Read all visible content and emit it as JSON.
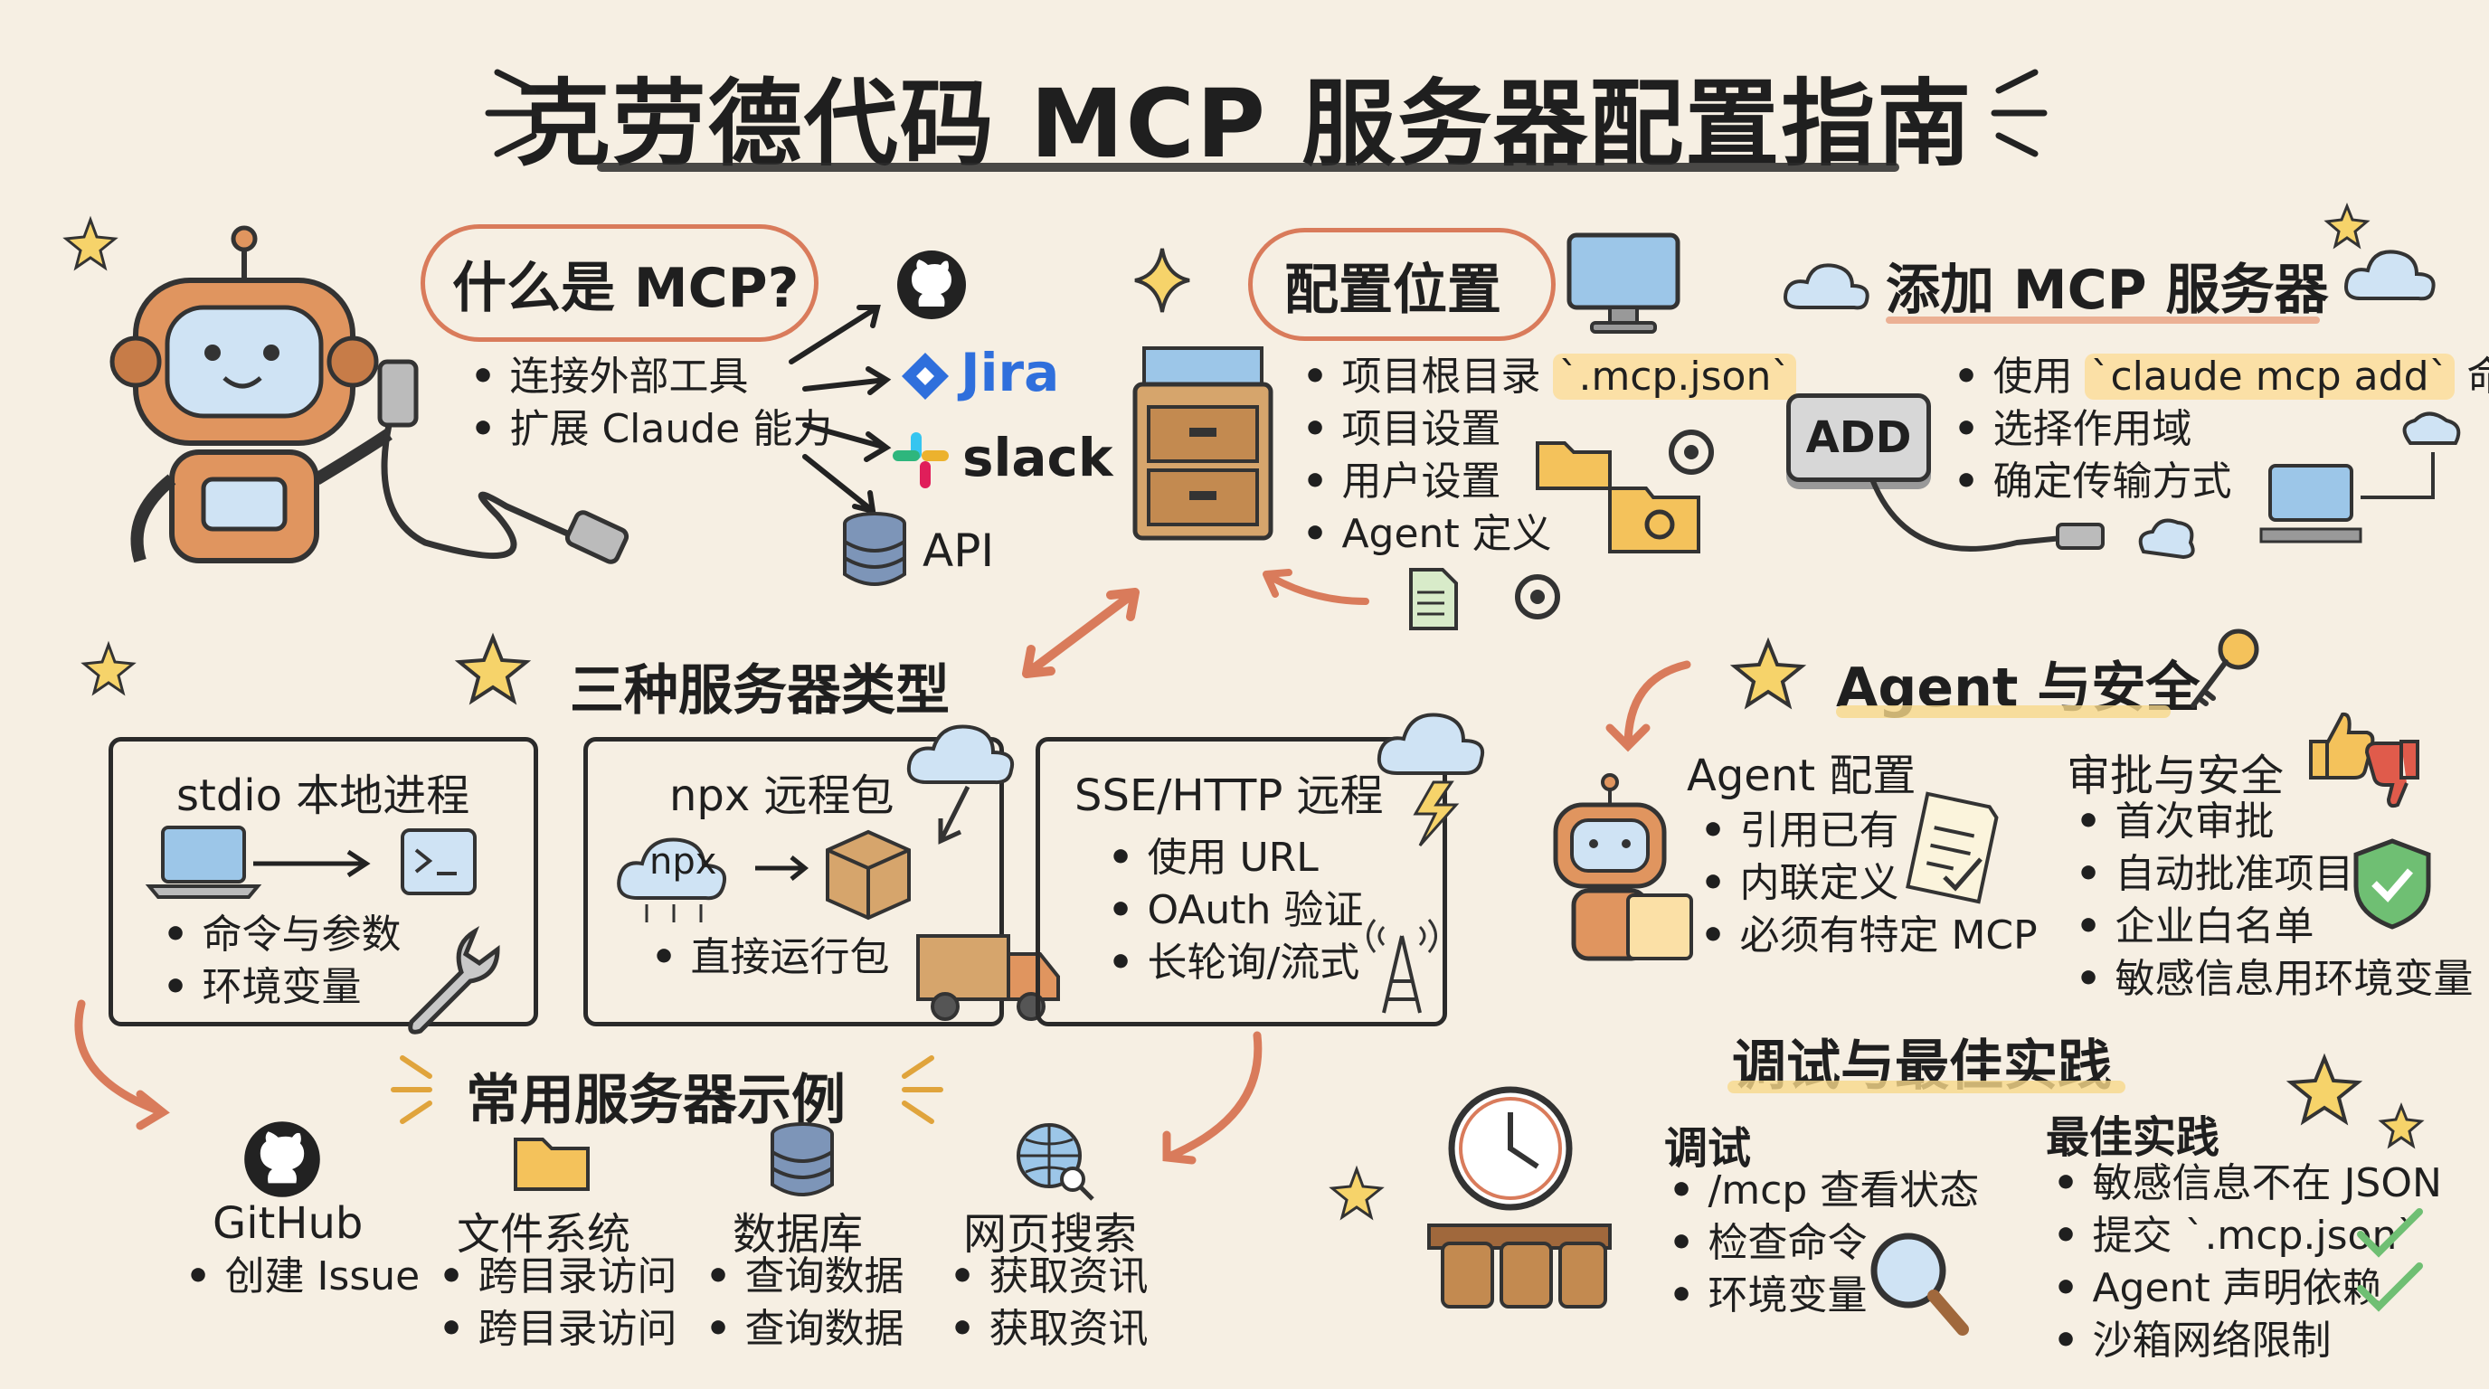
{
  "title": "克劳德代码 MCP 服务器配置指南",
  "what_is_mcp": {
    "heading": "什么是 MCP?",
    "bullets": [
      "连接外部工具",
      "扩展 Claude 能力"
    ],
    "targets": {
      "jira": "Jira",
      "slack": "slack",
      "api": "API"
    }
  },
  "config_location": {
    "heading": "配置位置",
    "bullets": [
      "项目根目录",
      "项目设置",
      "用户设置",
      "Agent 定义"
    ],
    "file_tag": "`.mcp.json`"
  },
  "add_server": {
    "heading": "添加 MCP 服务器",
    "button_label": "ADD",
    "bullets_prefix": "使用",
    "command_tag": "`claude mcp add`",
    "bullets_suffix": "命令",
    "bullets": [
      "选择作用域",
      "确定传输方式"
    ]
  },
  "server_types": {
    "heading": "三种服务器类型",
    "stdio": {
      "title": "stdio 本地进程",
      "bullets": [
        "命令与参数",
        "环境变量"
      ]
    },
    "npx": {
      "title": "npx 远程包",
      "cloud_label": "npx",
      "bullets": [
        "直接运行包"
      ]
    },
    "sse": {
      "title": "SSE/HTTP 远程",
      "bullets": [
        "使用 URL",
        "OAuth 验证",
        "长轮询/流式"
      ]
    }
  },
  "agent_security": {
    "heading": "Agent 与安全",
    "agent_config": {
      "title": "Agent 配置",
      "bullets": [
        "引用已有",
        "内联定义",
        "必须有特定 MCP"
      ]
    },
    "approval": {
      "title": "审批与安全",
      "bullets": [
        "首次审批",
        "自动批准项目",
        "企业白名单",
        "敏感信息用环境变量"
      ]
    }
  },
  "common_servers": {
    "heading": "常用服务器示例",
    "items": [
      {
        "name": "GitHub",
        "bullets": [
          "创建 Issue"
        ]
      },
      {
        "name": "文件系统",
        "bullets": [
          "跨目录访问",
          "跨目录访问"
        ]
      },
      {
        "name": "数据库",
        "bullets": [
          "查询数据",
          "查询数据"
        ]
      },
      {
        "name": "网页搜索",
        "bullets": [
          "获取资讯",
          "获取资讯"
        ]
      }
    ]
  },
  "debug_best": {
    "heading": "调试与最佳实践",
    "debug": {
      "title": "调试",
      "bullets": [
        "/mcp 查看状态",
        "检查命令",
        "环境变量"
      ]
    },
    "best": {
      "title": "最佳实践",
      "bullets": [
        "敏感信息不在 JSON",
        "提交 `.mcp.json`",
        "Agent 声明依赖",
        "沙箱网络限制"
      ]
    }
  },
  "colors": {
    "accent_orange": "#d97b5b",
    "robot": "#e0955f",
    "highlight": "#fbe0a6",
    "background": "#f6efe3"
  }
}
